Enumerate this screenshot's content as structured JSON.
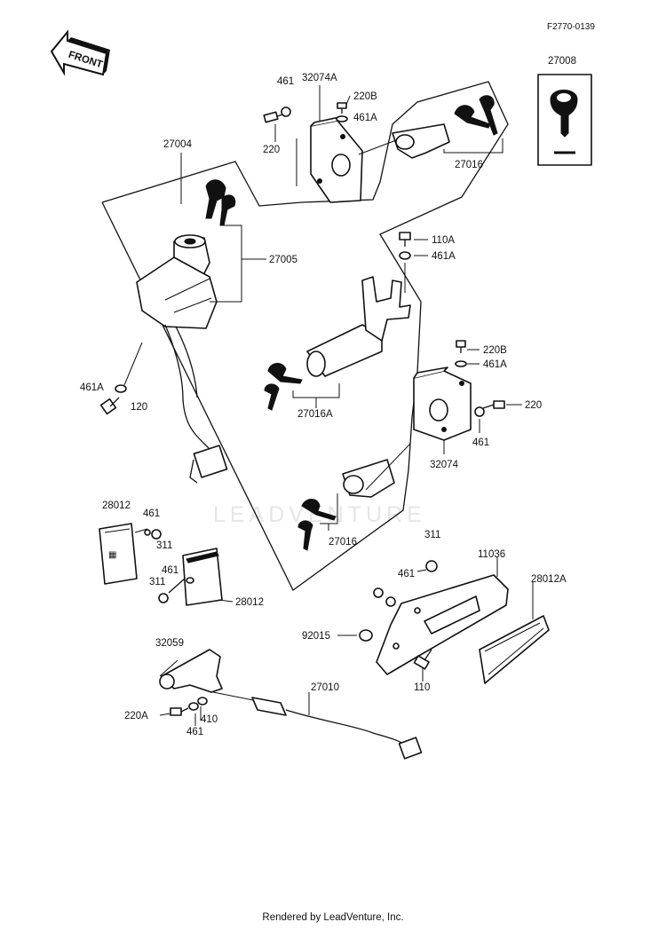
{
  "diagram_code": "F2770-0139",
  "front_label": "FRONT",
  "watermark": "LEADVENTURE",
  "footer": "Rendered by LeadVenture, Inc.",
  "labels": {
    "p27008": "27008",
    "p461_top": "461",
    "p32074A": "32074A",
    "p220B_top": "220B",
    "p461A_top": "461A",
    "p220_top": "220",
    "p27016_top": "27016",
    "p27004": "27004",
    "p27005": "27005",
    "p110A": "110A",
    "p461A_mid": "461A",
    "p220B_mid": "220B",
    "p461A_mid2": "461A",
    "p220_mid": "220",
    "p461_mid": "461",
    "p461A_left": "461A",
    "p120": "120",
    "p27016A": "27016A",
    "p32074": "32074",
    "p27016_mid": "27016",
    "p28012_a": "28012",
    "p461_a": "461",
    "p311_a": "311",
    "p461_b": "461",
    "p311_b": "311",
    "p28012_b": "28012",
    "p311_c": "311",
    "p461_c": "461",
    "p11036": "11036",
    "p28012A": "28012A",
    "p92015": "92015",
    "p110": "110",
    "p32059": "32059",
    "p27010": "27010",
    "p220A": "220A",
    "p410": "410",
    "p461_d": "461"
  }
}
